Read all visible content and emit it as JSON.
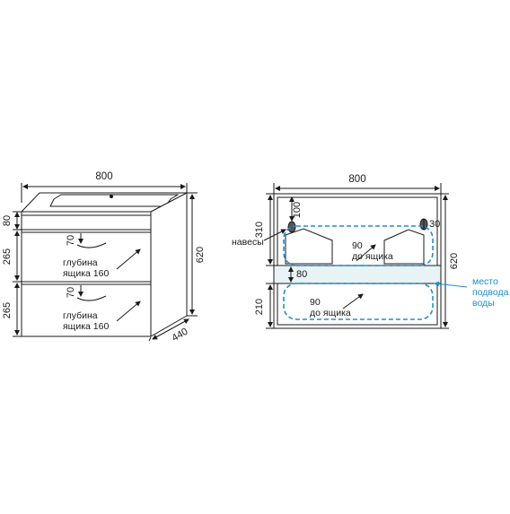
{
  "left_view": {
    "width_label": "800",
    "height_total_label": "620",
    "depth_label": "440",
    "top_height_label": "80",
    "drawer1_height_label": "265",
    "drawer2_height_label": "265",
    "handle1_label": "70",
    "handle2_label": "70",
    "drawer1_note_line1": "глубина",
    "drawer1_note_line2": "ящика 160",
    "drawer2_note_line1": "глубина",
    "drawer2_note_line2": "ящика 160"
  },
  "right_view": {
    "width_label": "800",
    "height_total_label": "620",
    "upper_label": "310",
    "lower_label": "210",
    "hinge_offset_label": "100",
    "right_offset_label": "30",
    "shelf_label": "80",
    "hinges_label": "навесы",
    "upper_note_line1": "90",
    "upper_note_line2": "до ящика",
    "lower_note_line1": "90",
    "lower_note_line2": "до ящика",
    "water_note_line1": "место",
    "water_note_line2": "подвода",
    "water_note_line3": "воды"
  },
  "colors": {
    "line": "#1a1a1a",
    "water": "#1a8fd6",
    "shelf_fill": "#e8f3f6"
  }
}
